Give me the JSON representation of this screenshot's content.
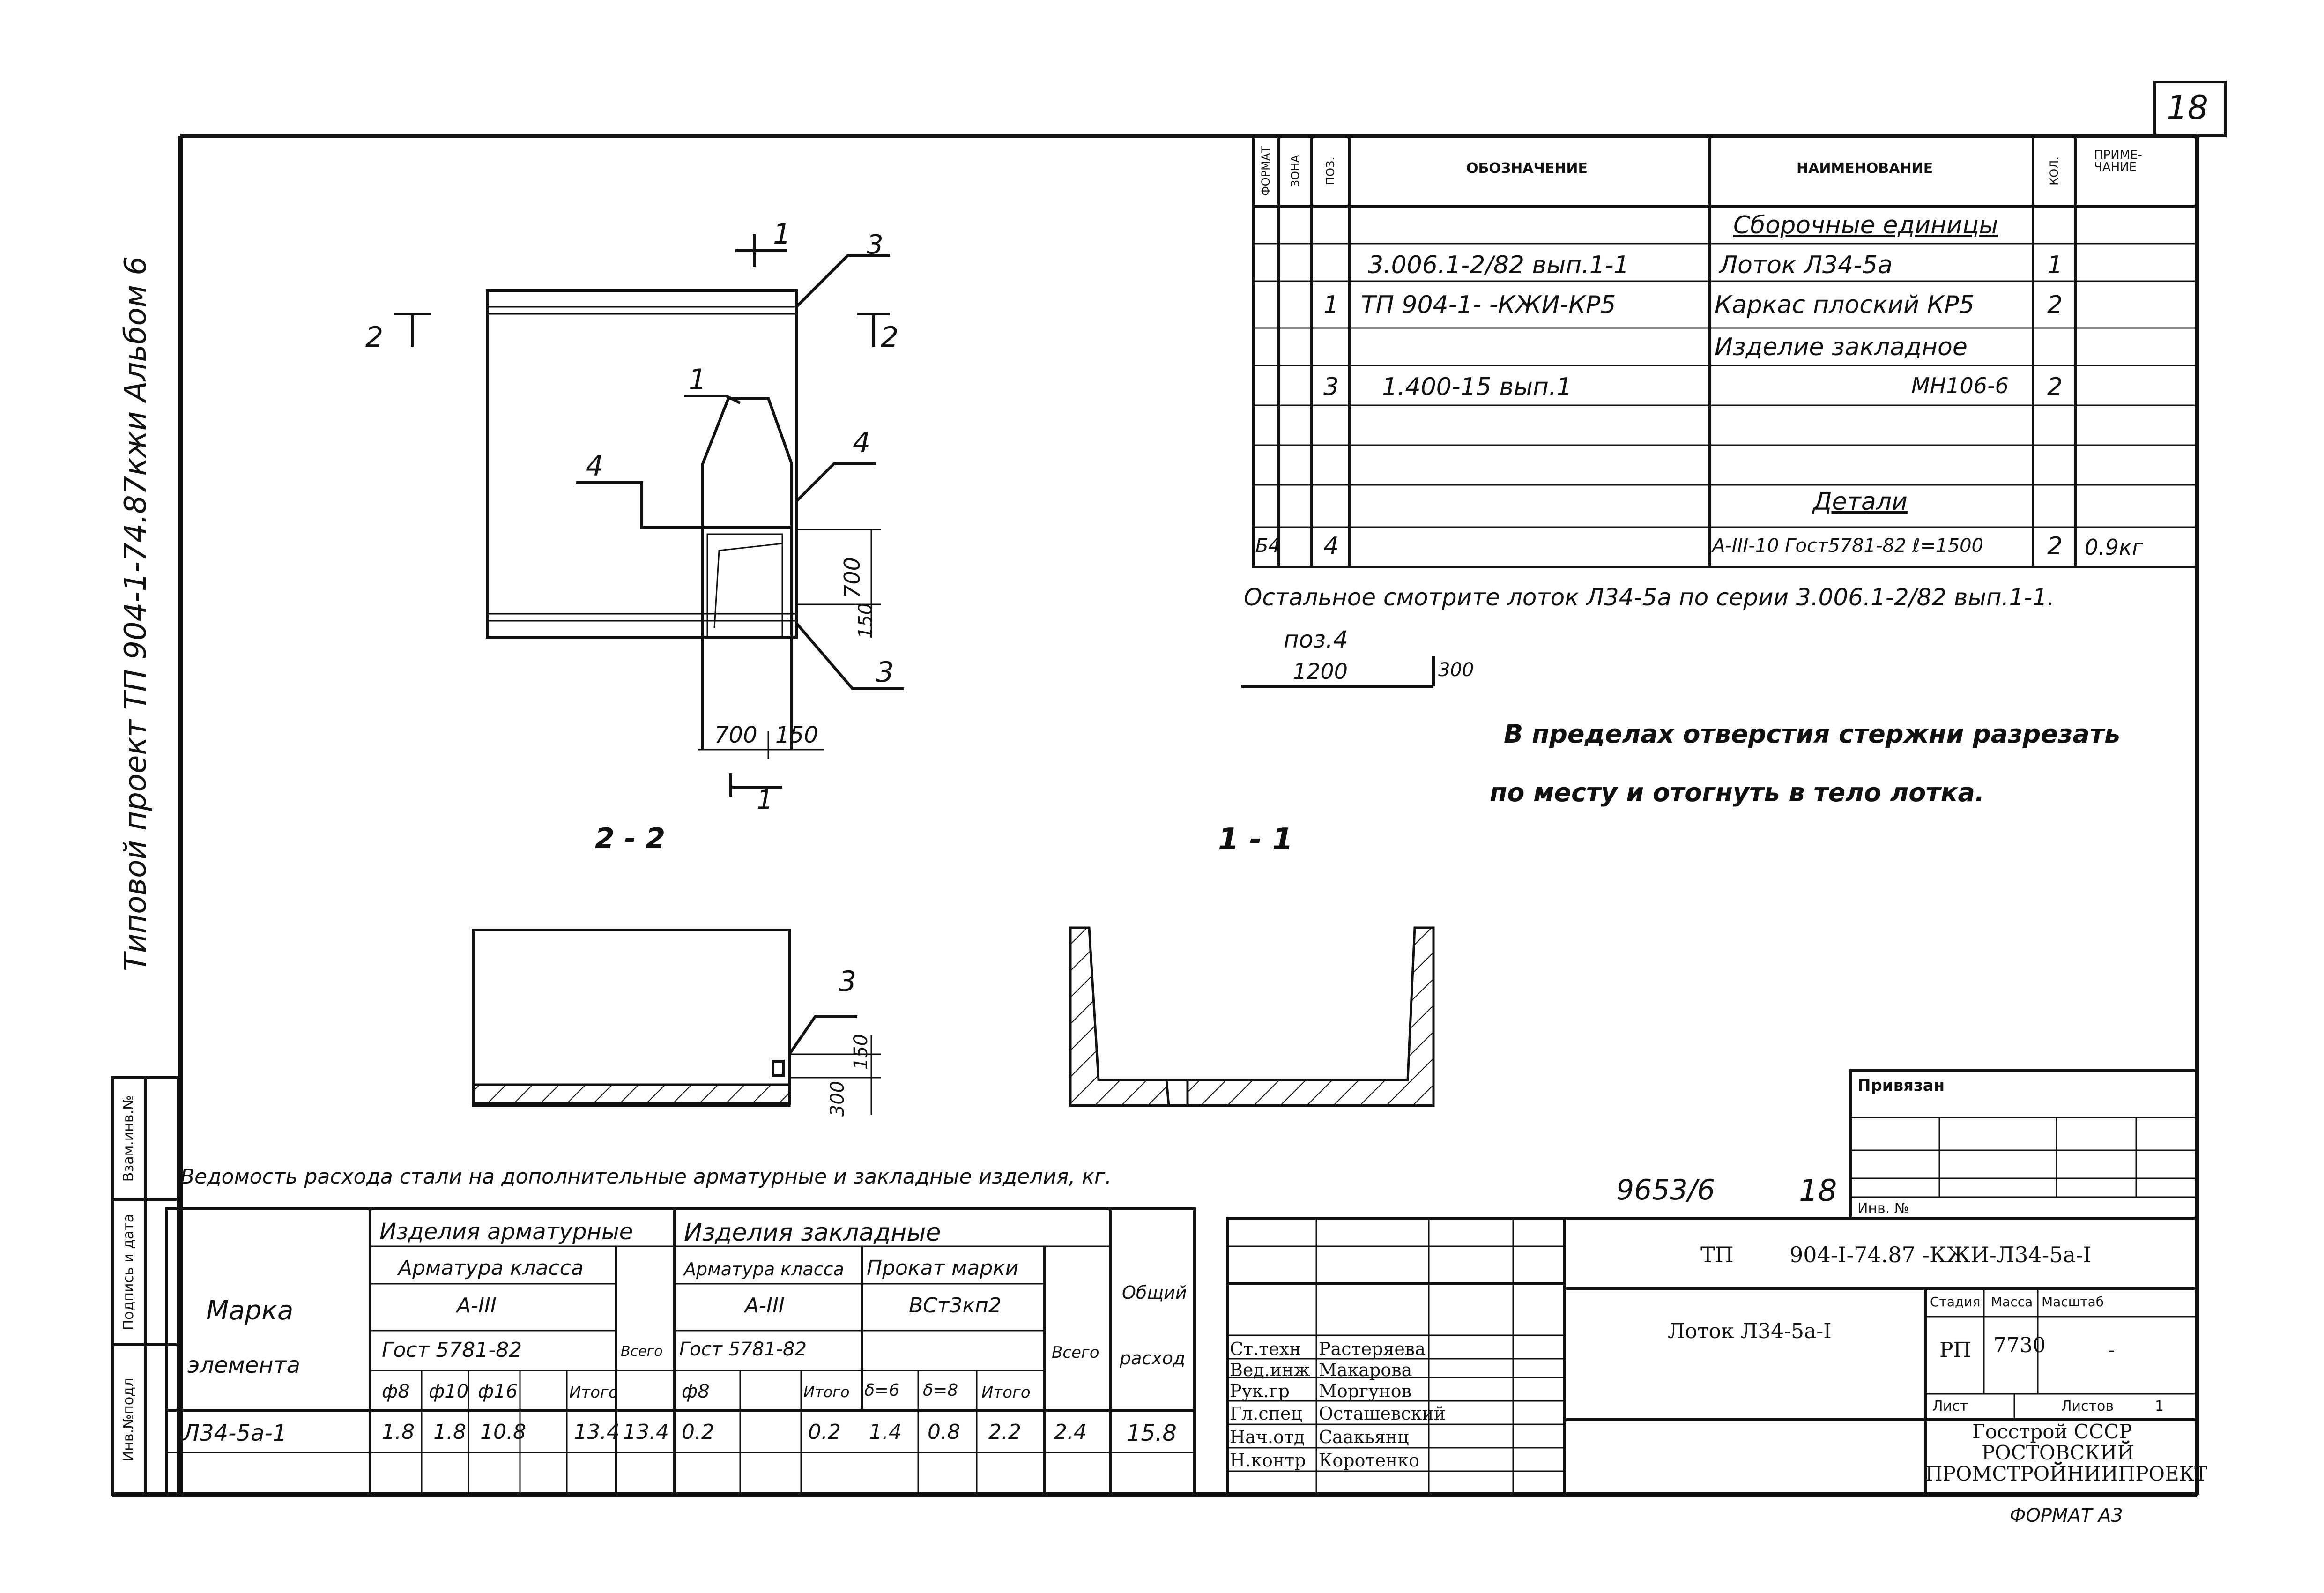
{
  "sheet_number": "18",
  "album_side": "Типовой проект ТП 904-1-74.87кжи Альбом 6",
  "side_stamps": [
    "Инв.№подл",
    "Подпись и дата",
    "Взам.инв.№"
  ],
  "drawing": {
    "section_2_2": "2 - 2",
    "section_1_1": "1 - 1",
    "cut_marks": [
      "1",
      "1",
      "2",
      "2"
    ],
    "positions": [
      "1",
      "3",
      "4",
      "4",
      "3",
      "3"
    ],
    "dims_plan": [
      "700",
      "150",
      "700",
      "150"
    ],
    "dims_side": [
      "150",
      "300"
    ]
  },
  "spec": {
    "headers": [
      "ФОРМАТ",
      "ЗОНА",
      "ПОЗ.",
      "ОБОЗНАЧЕНИЕ",
      "НАИМЕНОВАНИЕ",
      "КОЛ.",
      "ПРИМЕ-ЧАНИЕ"
    ],
    "rows": [
      {
        "format": "",
        "pos": "",
        "designation": "",
        "name": "Сборочные единицы",
        "qty": "",
        "note": ""
      },
      {
        "format": "",
        "pos": "",
        "designation": "3.006.1-2/82 вып.1-1",
        "name": "Лоток Л34-5а",
        "qty": "1",
        "note": ""
      },
      {
        "format": "",
        "pos": "1",
        "designation": "ТП 904-1-   -КЖИ-КР5",
        "name": "Каркас плоский КР5",
        "qty": "2",
        "note": ""
      },
      {
        "format": "",
        "pos": "",
        "designation": "",
        "name": "Изделие закладное",
        "qty": "",
        "note": ""
      },
      {
        "format": "",
        "pos": "3",
        "designation": "1.400-15 вып.1",
        "name": "МН106-6",
        "qty": "2",
        "note": ""
      },
      {
        "format": "",
        "pos": "",
        "designation": "",
        "name": "",
        "qty": "",
        "note": ""
      },
      {
        "format": "",
        "pos": "",
        "designation": "",
        "name": "",
        "qty": "",
        "note": ""
      },
      {
        "format": "",
        "pos": "",
        "designation": "",
        "name": "Детали",
        "qty": "",
        "note": ""
      },
      {
        "format": "Б4",
        "pos": "4",
        "designation": "",
        "name": "А-III-10 Гост5781-82 ℓ=1500",
        "qty": "2",
        "note": "0.9кг"
      }
    ]
  },
  "notes": {
    "rest": "Остальное смотрите лоток Л34-5а по серии 3.006.1-2/82 вып.1-1.",
    "pos_label": "поз.4",
    "pos_dim_a": "1200",
    "pos_dim_b": "300",
    "cut_line1": "В пределах отверстия стержни разрезать",
    "cut_line2": "по месту и отогнуть в тело лотка."
  },
  "steel": {
    "title": "Ведомость расхода стали на дополнительные арматурные и закладные изделия, кг.",
    "mark_header": [
      "Марка",
      "элемента"
    ],
    "group_arm": "Изделия арматурные",
    "group_zak": "Изделия закладные",
    "arm_class_hdr": "Арматура класса",
    "arm_class": "А-III",
    "arm_gost": "Гост 5781-82",
    "zak_class_hdr": "Арматура класса",
    "zak_class": "А-III",
    "zak_gost": "Гост 5781-82",
    "prokat_hdr": "Прокат марки",
    "prokat": "ВСт3кп2",
    "total_hdr": "Всего",
    "grand_hdr": [
      "Общий",
      "расход"
    ],
    "cols_arm": [
      "ф8",
      "ф10",
      "ф16",
      "Итого"
    ],
    "cols_zak": [
      "ф8",
      "",
      "Итого"
    ],
    "cols_prokat": [
      "δ=6",
      "δ=8",
      "Итого"
    ],
    "row": {
      "mark": "Л34-5а-1",
      "arm": [
        "1.8",
        "1.8",
        "10.8",
        "13.4"
      ],
      "arm_total": "13.4",
      "zak": [
        "0.2",
        "",
        "0.2"
      ],
      "prokat": [
        "1.4",
        "0.8",
        "2.2"
      ],
      "zak_total": "2.4",
      "grand": "15.8"
    }
  },
  "title_block": {
    "privyazan": "Привязан",
    "inv_no": "Инв. №",
    "doc_num": "9653/6",
    "sheet_mark": "18",
    "code_prefix": "ТП",
    "code": "904-I-74.87 -КЖИ-Л34-5а-I",
    "title": "Лоток Л34-5а-I",
    "stage_hdr": "Стадия",
    "mass_hdr": "Масса",
    "scale_hdr": "Масштаб",
    "stage": "РП",
    "mass": "7730",
    "scale": "-",
    "sheet_hdr": "Лист",
    "sheets_hdr": "Листов",
    "sheets": "1",
    "org": [
      "Госстрой СССР",
      "РОСТОВСКИЙ",
      "ПРОМСТРОЙНИИПРОЕКТ"
    ],
    "people": [
      {
        "role": "Ст.техн",
        "name": "Растеряева"
      },
      {
        "role": "Вед.инж",
        "name": "Макарова"
      },
      {
        "role": "Рук.гр",
        "name": "Моргунов"
      },
      {
        "role": "Гл.спец",
        "name": "Осташевский"
      },
      {
        "role": "Нач.отд",
        "name": "Саакьянц"
      },
      {
        "role": "Н.контр",
        "name": "Коротенко"
      }
    ],
    "format": "ФОРМАТ А3"
  }
}
